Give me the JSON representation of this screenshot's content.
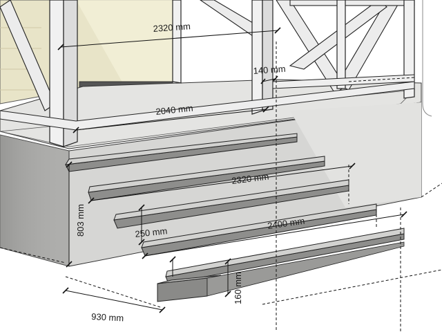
{
  "dimensions": {
    "porch_width": "2320 mm",
    "post_size": "140 mm",
    "inner_span": "2040 mm",
    "step_width": "2320 mm",
    "height": "803 mm",
    "tread_depth": "250 mm",
    "landing_width": "2400 mm",
    "step_rise": "160 mm",
    "run_length": "930 mm"
  },
  "colors": {
    "concrete": "#d6d6d4",
    "concrete_shadow": "#9e9e9c",
    "wall_panel": "#e8e4c8",
    "outline": "#222222"
  }
}
